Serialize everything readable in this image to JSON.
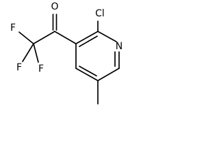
{
  "molecule": {
    "atoms": {
      "oxygen": "O",
      "chlorine": "Cl",
      "nitrogen": "N",
      "fluorine_left": "F",
      "fluorine_bottom_left": "F",
      "fluorine_bottom_right": "F"
    }
  }
}
